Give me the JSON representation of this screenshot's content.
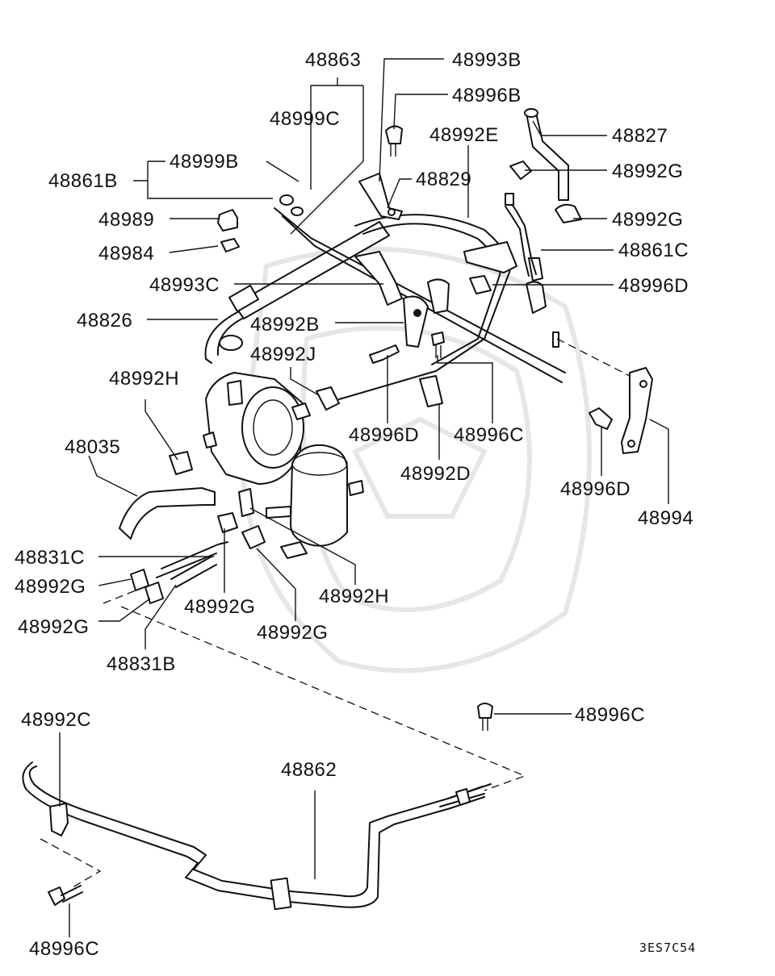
{
  "labels": [
    "48863",
    "48993B",
    "48996B",
    "48999C",
    "48992E",
    "48827",
    "48999B",
    "48861B",
    "48829",
    "48992G",
    "48989",
    "48992G",
    "48984",
    "48861C",
    "48993C",
    "48996D",
    "48826",
    "48992B",
    "48992J",
    "48992H",
    "48996D",
    "48996C",
    "48035",
    "48992D",
    "48996D",
    "48994",
    "48831C",
    "48992G",
    "48992G",
    "48992G",
    "48992H",
    "48992G",
    "48831B",
    "48996C",
    "48992C",
    "48862",
    "48996C"
  ],
  "code": "3ES7C54"
}
